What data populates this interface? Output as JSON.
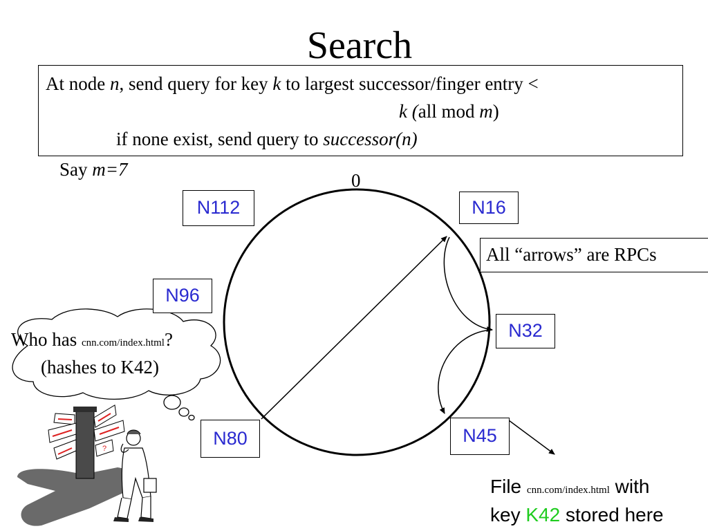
{
  "slide": {
    "title": "Search"
  },
  "rule": {
    "line1": {
      "a": "At node ",
      "n": "n",
      "b": ", send query for key ",
      "k": "k",
      "c": " to largest successor/finger entry <"
    },
    "line2": {
      "k": "k (",
      "a": "all mod ",
      "m": "m",
      "b": ")"
    },
    "line3": {
      "a": "if none exist, send query to ",
      "succ": "successor(n)"
    }
  },
  "say_m": {
    "a": "Say ",
    "m": "m=7"
  },
  "ring": {
    "zero_label": "0"
  },
  "nodes": [
    "N16",
    "N32",
    "N45",
    "N80",
    "N96",
    "N112"
  ],
  "rpc_note": "All “arrows” are RPCs",
  "thought": {
    "line1_a": "Who has ",
    "line1_url": "cnn.com/index.html",
    "line1_b": "?",
    "line2": "(hashes to K42)"
  },
  "file_note": {
    "a": "File ",
    "url": "cnn.com/index.html",
    "b": " with",
    "c": "key ",
    "key": "K42",
    "d": " stored here"
  },
  "colors": {
    "node_text": "#2a2ad0",
    "key_highlight": "#1fcc1f"
  },
  "icons": [
    "thought-cloud-icon",
    "signpost-person-icon"
  ]
}
